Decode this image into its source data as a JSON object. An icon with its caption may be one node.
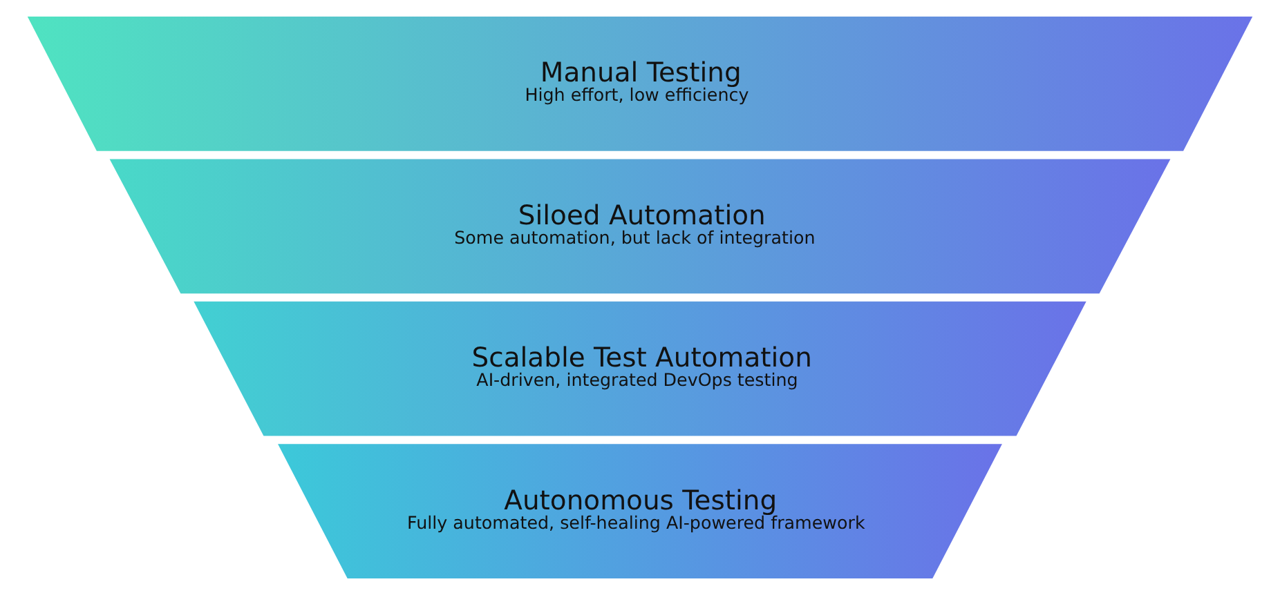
{
  "diagram": {
    "nodes": [
      {
        "text": [
          "Manual Testing",
          "High effort, low efficiency"
        ]
      },
      {
        "text": [
          "Siloed Automation",
          "Some automation, but lack of integration"
        ]
      },
      {
        "text": [
          "Scalable Test Automation",
          "AI-driven, integrated DevOps testing"
        ]
      },
      {
        "text": [
          "Autonomous Testing",
          "Fully automated, self-healing AI-powered framework"
        ]
      }
    ]
  }
}
